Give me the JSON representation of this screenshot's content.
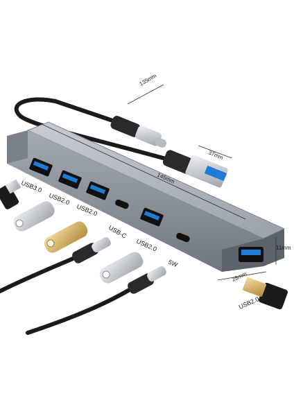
{
  "colors": {
    "hub_body": "#8d949c",
    "hub_top": "#b9bfc6",
    "port_blue": "#1f7bd6",
    "cable": "#1b1b1b",
    "silver": "#c9ced4",
    "gold": "#d8b56a"
  },
  "dimensions": {
    "cable_length": "135mm",
    "hub_length": "145mm",
    "plug_width": "37mm",
    "hub_height": "11mm",
    "hub_width": "28mm"
  },
  "port_labels": {
    "p1": "USB3.0",
    "p2": "USB2.0",
    "p3": "USB2.0",
    "p4": "USB-C",
    "p5": "USB2.0",
    "p6": "5W",
    "p7": "USB2.0"
  }
}
